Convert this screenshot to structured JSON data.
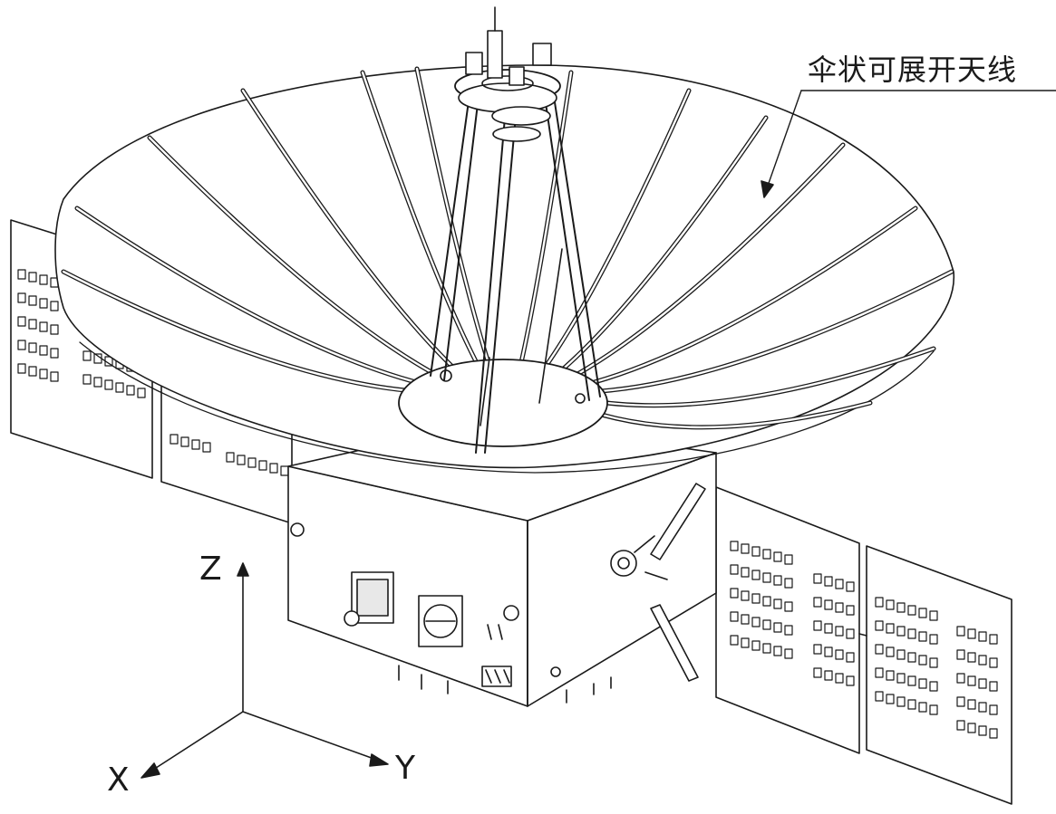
{
  "annotation": {
    "antenna_label": "伞状可展开天线"
  },
  "axes": {
    "z": "Z",
    "y": "Y",
    "x": "X"
  },
  "colors": {
    "line": "#1a1a1a",
    "background": "#ffffff"
  }
}
